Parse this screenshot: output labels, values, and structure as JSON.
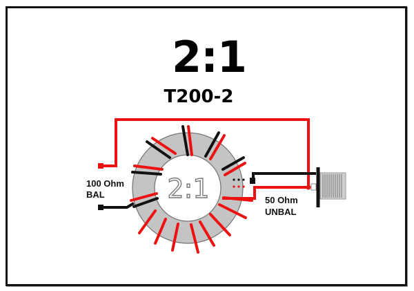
{
  "title": "2:1",
  "subtitle": "T200-2",
  "diagram": {
    "toroid_label": "2:1",
    "left_port": {
      "line1": "100 Ohm",
      "line2": "BAL"
    },
    "right_port": {
      "line1": "50 Ohm",
      "line2": "UNBAL"
    },
    "components": {
      "core": "toroid-core",
      "connector": "coax-connector"
    },
    "colors": {
      "winding_a": "#ee1111",
      "winding_b": "#111111",
      "core_fill": "#c4c4c4",
      "core_edge": "#777777",
      "frame": "#111111"
    }
  }
}
